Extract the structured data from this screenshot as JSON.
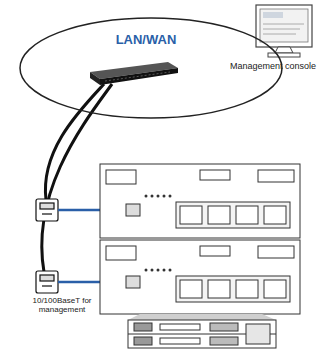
{
  "diagram": {
    "nodes": [
      {
        "text": [
          "LAN/WAN"
        ]
      }
    ],
    "labels": [
      "Management console",
      "10/100BaseT for management"
    ]
  }
}
